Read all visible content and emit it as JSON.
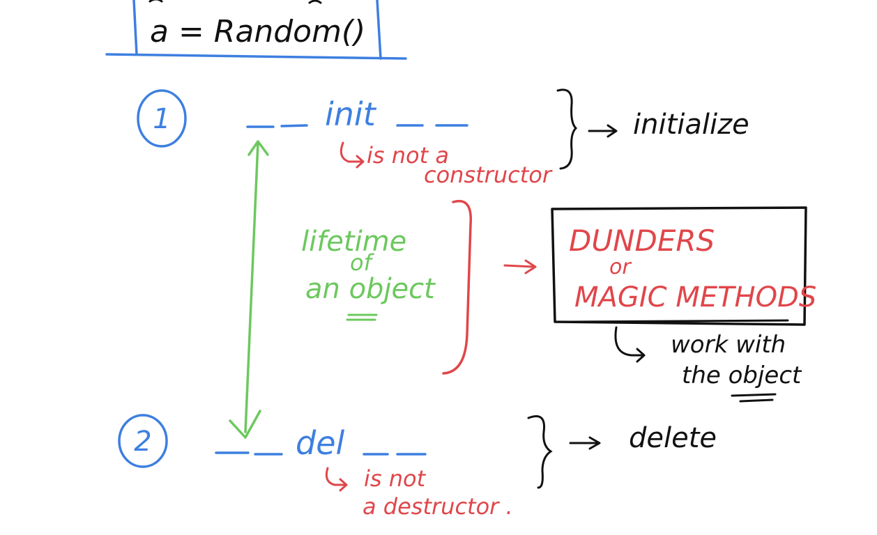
{
  "colors": {
    "blue": "#3d7fe0",
    "red": "#e0464a",
    "green": "#6cc85e",
    "black": "#111111"
  },
  "code_box": {
    "text": "a = Random()"
  },
  "steps": [
    {
      "number": "1",
      "method": "init",
      "note_line1": "is not a",
      "note_line2": "constructor"
    },
    {
      "number": "2",
      "method": "del",
      "note_line1": "is not",
      "note_line2": "a destructor ."
    }
  ],
  "init_result": "initialize",
  "del_result": "delete",
  "lifetime": {
    "line1": "lifetime",
    "line2": "of",
    "line3": "an object"
  },
  "dunders_box": {
    "line1": "DUNDERS",
    "line2": "or",
    "line3": "MAGIC METHODS"
  },
  "dunders_note": {
    "line1": "work with",
    "line2": "the object"
  }
}
